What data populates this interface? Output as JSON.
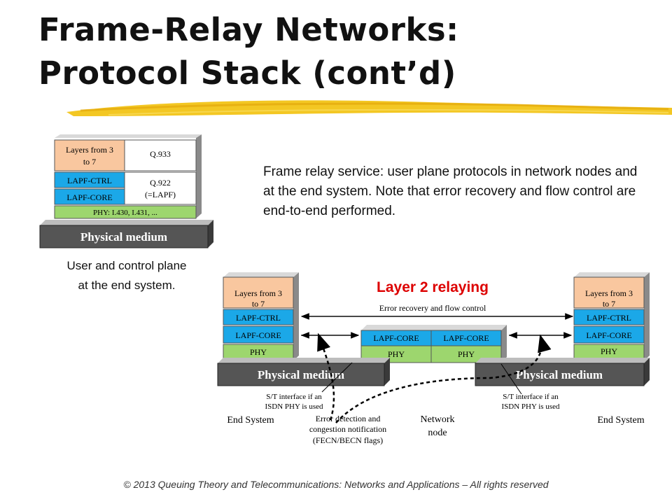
{
  "title": {
    "line1": "Frame-Relay Networks:",
    "line2": "Protocol Stack (cont’d)"
  },
  "description": "Frame relay service: user plane protocols in network nodes and at the end system. Note that error recovery and flow control are end-to-end performed.",
  "left_stack": {
    "layers_from": "Layers from 3",
    "to7": "to 7",
    "q933": "Q.933",
    "lapf_ctrl": "LAPF-CTRL",
    "lapf_core": "LAPF-CORE",
    "q922": "Q.922",
    "q922_sub": "(=LAPF)",
    "phy": "PHY: I.430, I.431, ...",
    "medium": "Physical medium"
  },
  "caption": {
    "line1": "User and control plane",
    "line2": "at the end system."
  },
  "diagram": {
    "relaying_label": "Layer 2 relaying",
    "end_to_end_label": "Error recovery and flow control",
    "stack": {
      "layers_from": "Layers from 3",
      "to7": "to 7",
      "lapf_ctrl": "LAPF-CTRL",
      "lapf_core": "LAPF-CORE",
      "phy": "PHY"
    },
    "node": {
      "lapf_core_left": "LAPF-CORE",
      "lapf_core_right": "LAPF-CORE",
      "phy_left": "PHY",
      "phy_right": "PHY"
    },
    "medium_left": "Physical medium",
    "medium_right": "Physical medium",
    "st_left_1": "S/T interface if an",
    "st_left_2": "ISDN PHY is used",
    "st_right_1": "S/T interface if an",
    "st_right_2": "ISDN PHY is used",
    "err_1": "Error detection and",
    "err_2": "congestion notification",
    "err_3": "(FECN/BECN flags)",
    "end_system_left": "End System",
    "end_system_right": "End System",
    "network_node_1": "Network",
    "network_node_2": "node"
  },
  "colors": {
    "layers_upper": "#F9C79F",
    "lapf_blue": "#1BA8E8",
    "phy_green": "#9DD66E",
    "medium_gray": "#555555",
    "relay_red": "#DD0000",
    "brush_yellow": "#F2C417"
  },
  "footer": "© 2013 Queuing Theory and Telecommunications: Networks and Applications – All rights reserved"
}
